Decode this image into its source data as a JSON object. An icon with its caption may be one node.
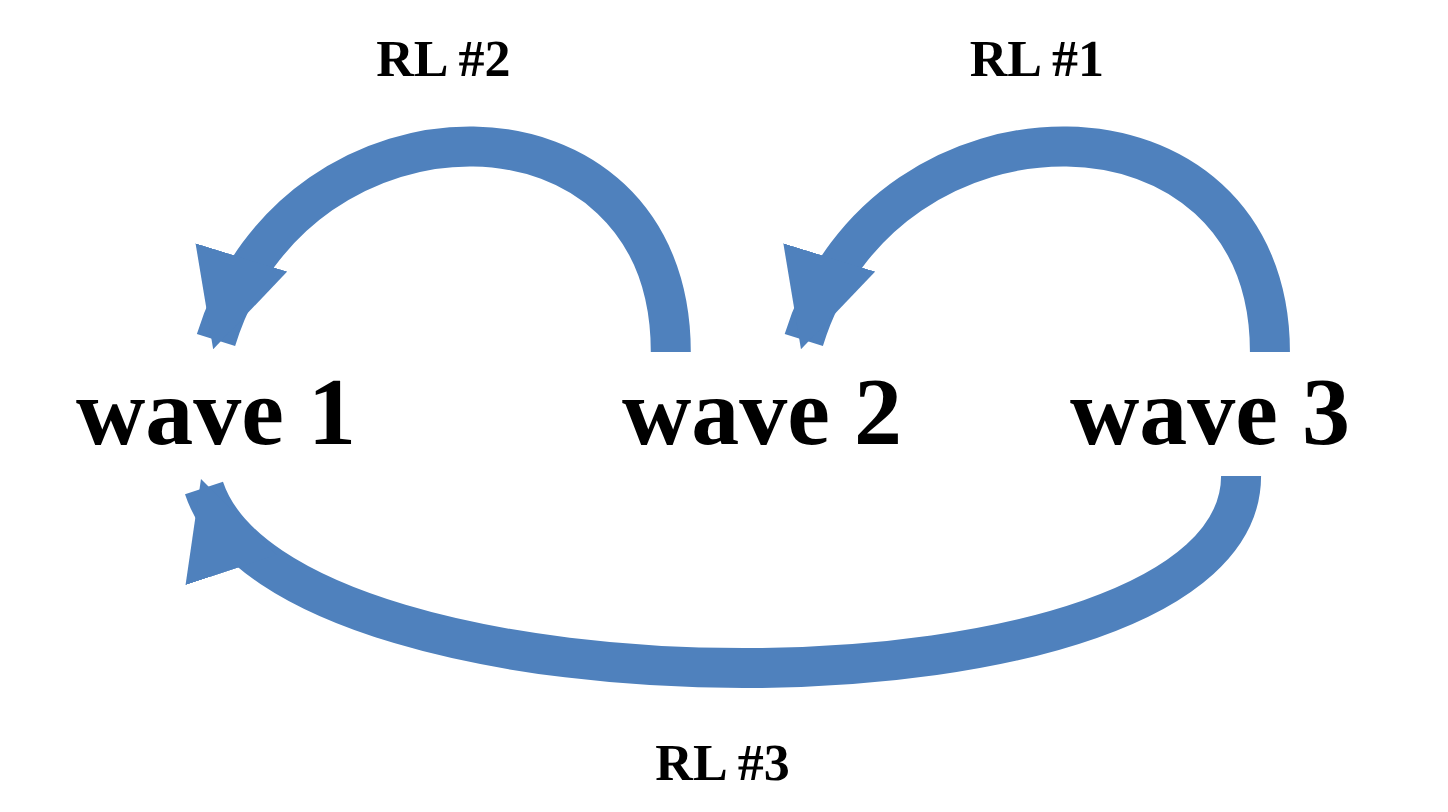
{
  "diagram": {
    "nodes": [
      {
        "text": [
          "wave 1"
        ]
      },
      {
        "text": [
          "wave 2"
        ]
      },
      {
        "text": [
          "wave 3"
        ]
      }
    ],
    "edges": [
      {
        "from": 1,
        "to": 0,
        "arrow": "to",
        "label": "RL #2"
      },
      {
        "from": 2,
        "to": 1,
        "arrow": "to",
        "label": "RL #1"
      },
      {
        "from": 2,
        "to": 0,
        "arrow": "to",
        "label": "RL #3"
      }
    ]
  }
}
